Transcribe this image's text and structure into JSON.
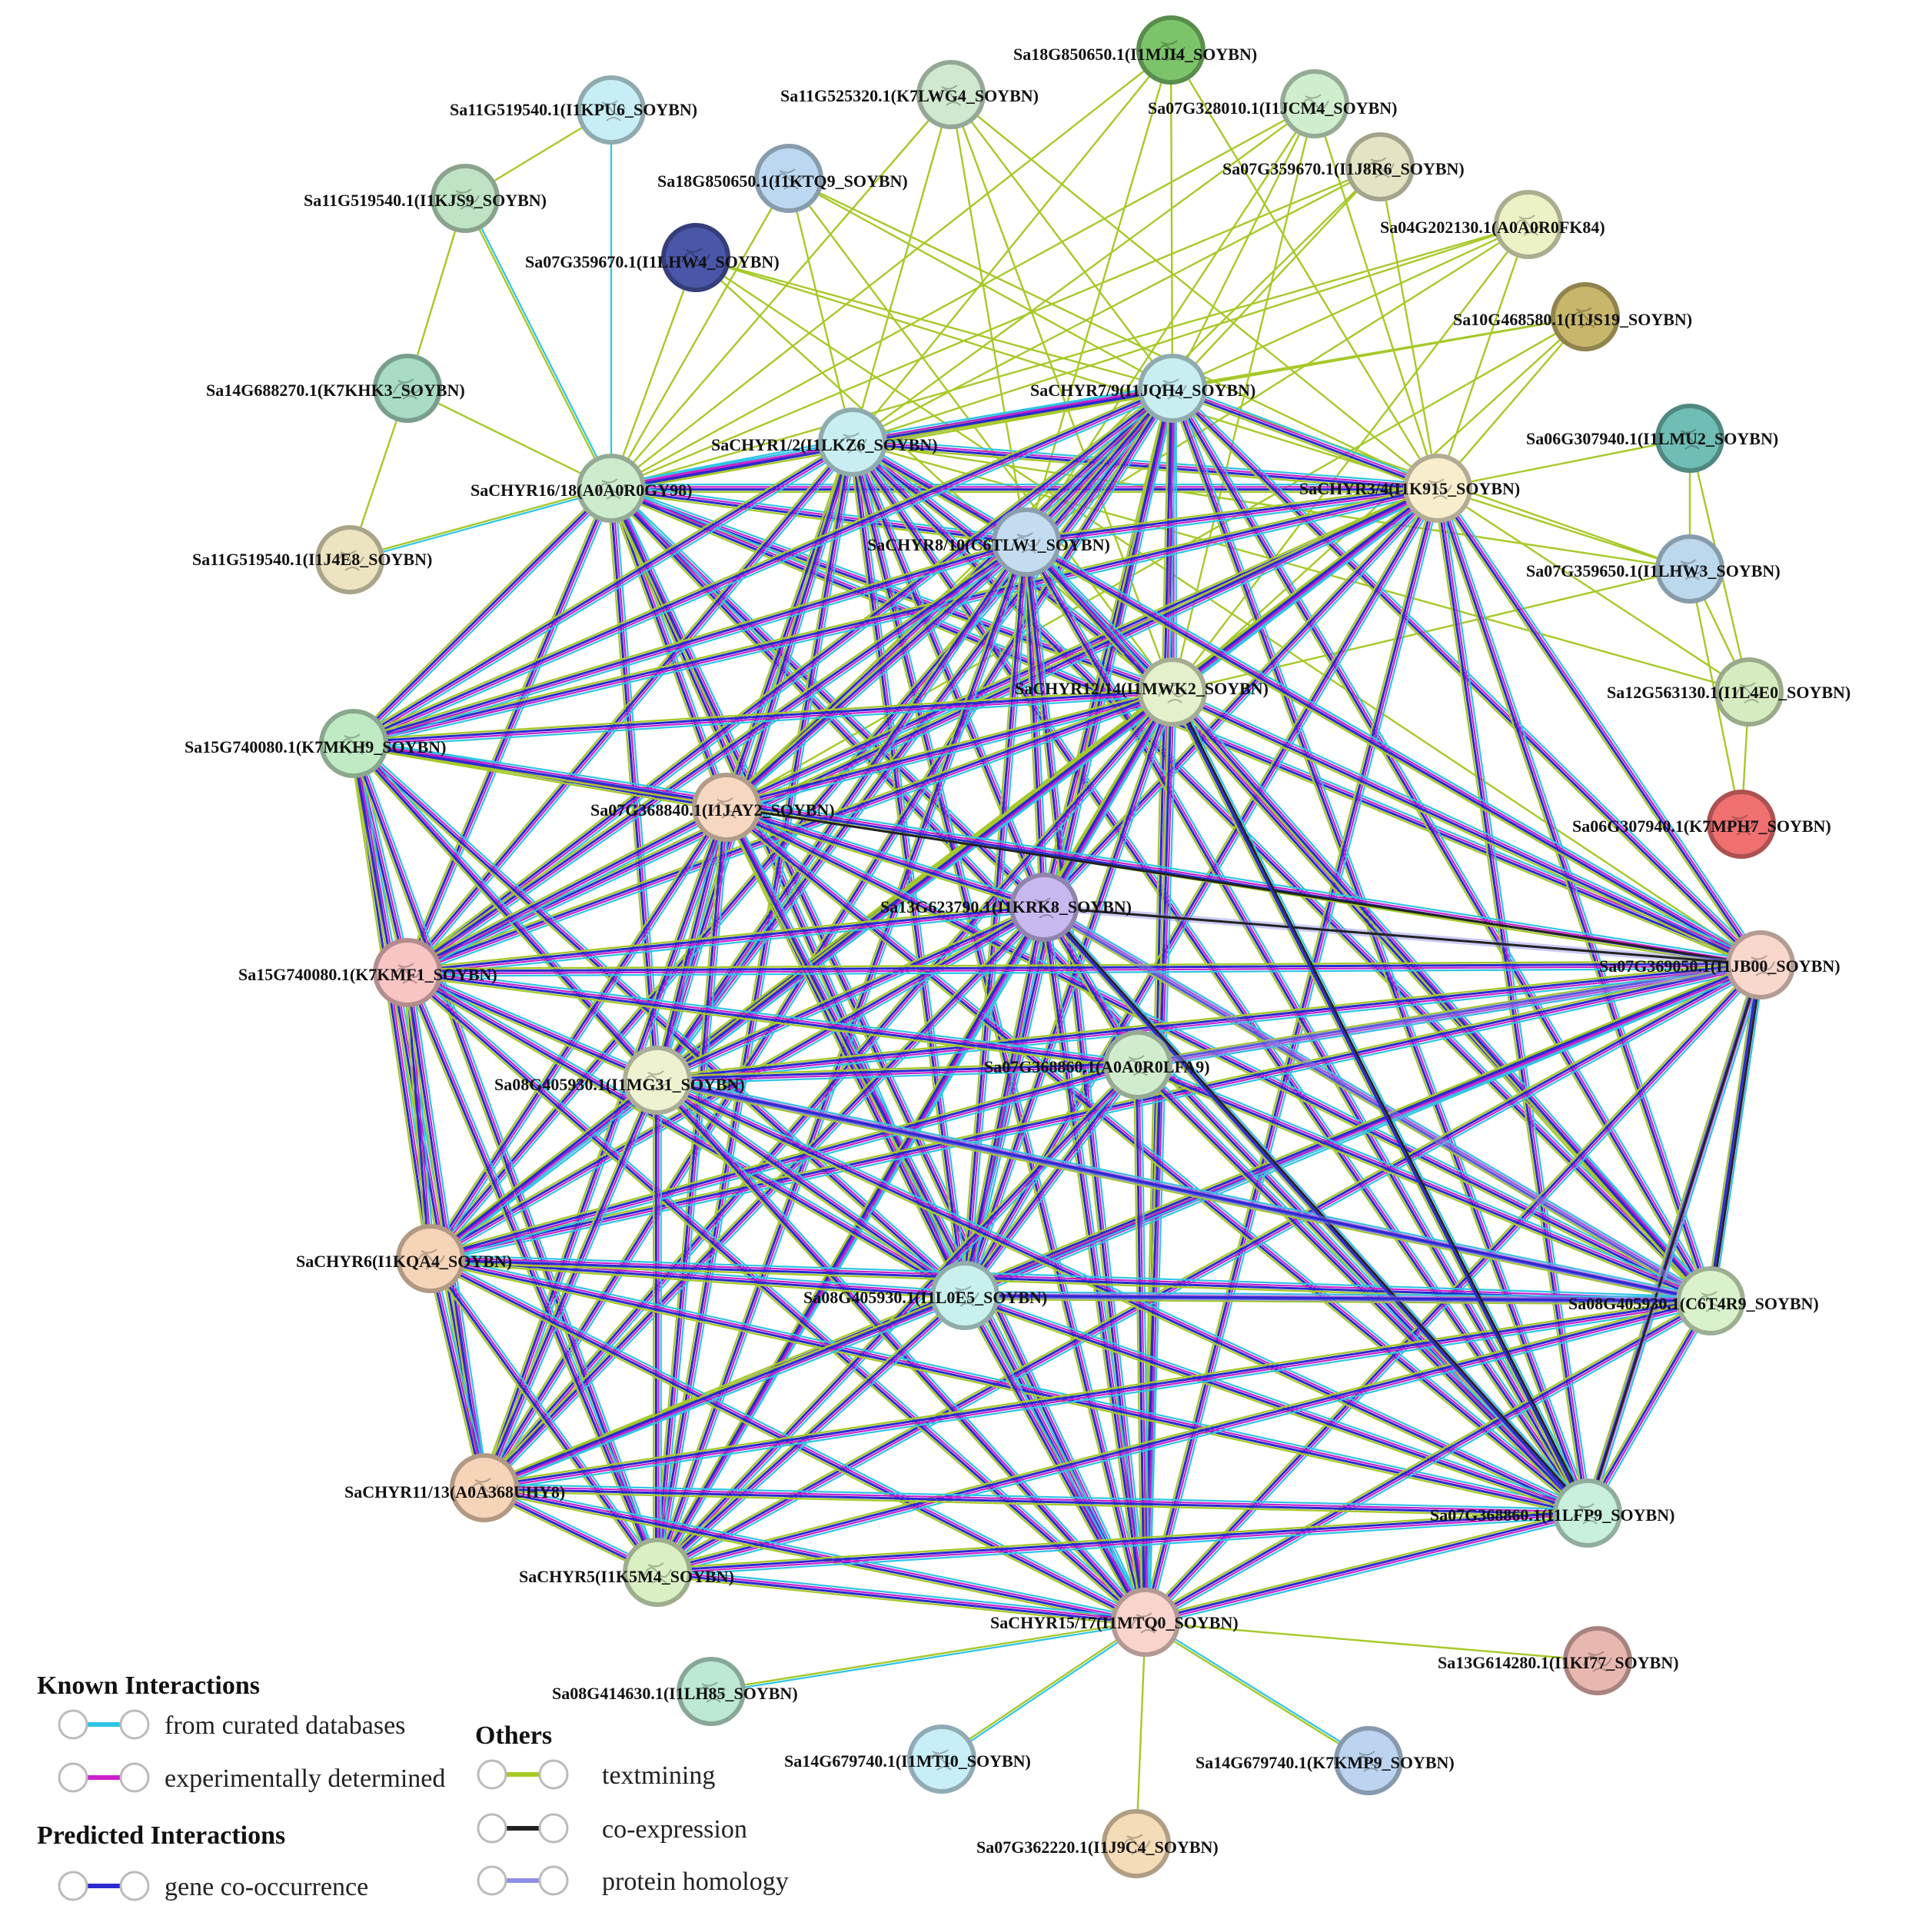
{
  "colors": {
    "curated": "#2ec4e6",
    "experimental": "#cc1fcc",
    "textmining": "#a6c928",
    "coexpression": "#222222",
    "cooccurrence": "#2a2ad0",
    "homology": "#8f8fe8"
  },
  "nodes": [
    {
      "id": "n1",
      "label": "Sa11G519540.1(I1KPU6_SOYBN)",
      "fill": "#c8eef5"
    },
    {
      "id": "n2",
      "label": "Sa11G525320.1(K7LWG4_SOYBN)",
      "fill": "#cfe8cf"
    },
    {
      "id": "n3",
      "label": "Sa18G850650.1(I1MJI4_SOYBN)",
      "fill": "#7cc46a"
    },
    {
      "id": "n4",
      "label": "Sa07G328010.1(I1JCM4_SOYBN)",
      "fill": "#cfeecd"
    },
    {
      "id": "n5",
      "label": "Sa07G359670.1(I1J8R6_SOYBN)",
      "fill": "#e4e4c4"
    },
    {
      "id": "n6",
      "label": "Sa04G202130.1(A0A0R0FK84)",
      "fill": "#eef0c6"
    },
    {
      "id": "n7",
      "label": "Sa10G468580.1(I1JS19_SOYBN)",
      "fill": "#c8b66a"
    },
    {
      "id": "n8",
      "label": "Sa11G519540.1(I1KJS9_SOYBN)",
      "fill": "#bfe3c4"
    },
    {
      "id": "n9",
      "label": "Sa18G850650.1(I1KTQ9_SOYBN)",
      "fill": "#bcd8f0"
    },
    {
      "id": "n10",
      "label": "Sa07G359670.1(I1LHW4_SOYBN)",
      "fill": "#4a56a8"
    },
    {
      "id": "n11",
      "label": "Sa14G688270.1(K7KHK3_SOYBN)",
      "fill": "#a8dcc4"
    },
    {
      "id": "n12",
      "label": "SaCHYR7/9(I1JQH4_SOYBN)",
      "fill": "#c8eef2"
    },
    {
      "id": "n13",
      "label": "SaCHYR1/2(I1LKZ6_SOYBN)",
      "fill": "#c8eef2"
    },
    {
      "id": "n14",
      "label": "SaCHYR16/18(A0A0R0GY98)",
      "fill": "#cdeccd"
    },
    {
      "id": "n15",
      "label": "SaCHYR3/4(I1K915_SOYBN)",
      "fill": "#f8edcc"
    },
    {
      "id": "n16",
      "label": "Sa06G307940.1(I1LMU2_SOYBN)",
      "fill": "#6fbdb4"
    },
    {
      "id": "n17",
      "label": "Sa11G519540.1(I1J4E8_SOYBN)",
      "fill": "#ece4c0"
    },
    {
      "id": "n18",
      "label": "SaCHYR8/10(C6TLW1_SOYBN)",
      "fill": "#c4dcf0"
    },
    {
      "id": "n19",
      "label": "Sa07G359650.1(I1LHW3_SOYBN)",
      "fill": "#bcd8ec"
    },
    {
      "id": "n20",
      "label": "SaCHYR12/14(I1MWK2_SOYBN)",
      "fill": "#e4f0cc"
    },
    {
      "id": "n21",
      "label": "Sa12G563130.1(I1L4E0_SOYBN)",
      "fill": "#d6ecc0"
    },
    {
      "id": "n22",
      "label": "Sa15G740080.1(K7MKH9_SOYBN)",
      "fill": "#bfeac4"
    },
    {
      "id": "n23",
      "label": "Sa07G368840.1(I1JAY2_SOYBN)",
      "fill": "#f6d8c0"
    },
    {
      "id": "n24",
      "label": "Sa06G307940.1(K7MPH7_SOYBN)",
      "fill": "#f07070"
    },
    {
      "id": "n25",
      "label": "Sa13G623790.1(I1KRK8_SOYBN)",
      "fill": "#c8b8f0"
    },
    {
      "id": "n26",
      "label": "Sa07G369050.1(I1JB00_SOYBN)",
      "fill": "#f8d8cc"
    },
    {
      "id": "n27",
      "label": "Sa15G740080.1(K7KMF1_SOYBN)",
      "fill": "#f8c4c4"
    },
    {
      "id": "n28",
      "label": "Sa07G368860.1(A0A0R0LFA9)",
      "fill": "#d0eccc"
    },
    {
      "id": "n29",
      "label": "Sa08G405930.1(I1MG31_SOYBN)",
      "fill": "#eef2d0"
    },
    {
      "id": "n30",
      "label": "SaCHYR6(I1KQA4_SOYBN)",
      "fill": "#f6d4b8"
    },
    {
      "id": "n31",
      "label": "Sa08G405930.1(I1L0E5_SOYBN)",
      "fill": "#c8f0ec"
    },
    {
      "id": "n32",
      "label": "Sa08G405930.1(C6T4R9_SOYBN)",
      "fill": "#daf2cc"
    },
    {
      "id": "n33",
      "label": "SaCHYR11/13(A0A368UHY8)",
      "fill": "#f6d4b8"
    },
    {
      "id": "n34",
      "label": "Sa07G368860.1(I1LFP9_SOYBN)",
      "fill": "#c8f0dc"
    },
    {
      "id": "n35",
      "label": "SaCHYR5(I1K5M4_SOYBN)",
      "fill": "#daf0c4"
    },
    {
      "id": "n36",
      "label": "SaCHYR15/17(I1MTQ0_SOYBN)",
      "fill": "#f8d4cc"
    },
    {
      "id": "n37",
      "label": "Sa13G614280.1(I1KI77_SOYBN)",
      "fill": "#e8b8b0"
    },
    {
      "id": "n38",
      "label": "Sa08G414630.1(I1LH85_SOYBN)",
      "fill": "#bde8d4"
    },
    {
      "id": "n39",
      "label": "Sa14G679740.1(I1MTI0_SOYBN)",
      "fill": "#c8eef8"
    },
    {
      "id": "n40",
      "label": "Sa14G679740.1(K7KMP9_SOYBN)",
      "fill": "#bcd4f0"
    },
    {
      "id": "n41",
      "label": "Sa07G362220.1(I1J9C4_SOYBN)",
      "fill": "#f4dcb8"
    }
  ],
  "legend": {
    "known_title": "Known Interactions",
    "curated": "from curated databases",
    "experimental": "experimentally determined",
    "predicted_title": "Predicted Interactions",
    "cooccurrence": "gene co-occurrence",
    "others_title": "Others",
    "textmining": "textmining",
    "coexpression": "co-expression",
    "homology": "protein homology"
  }
}
